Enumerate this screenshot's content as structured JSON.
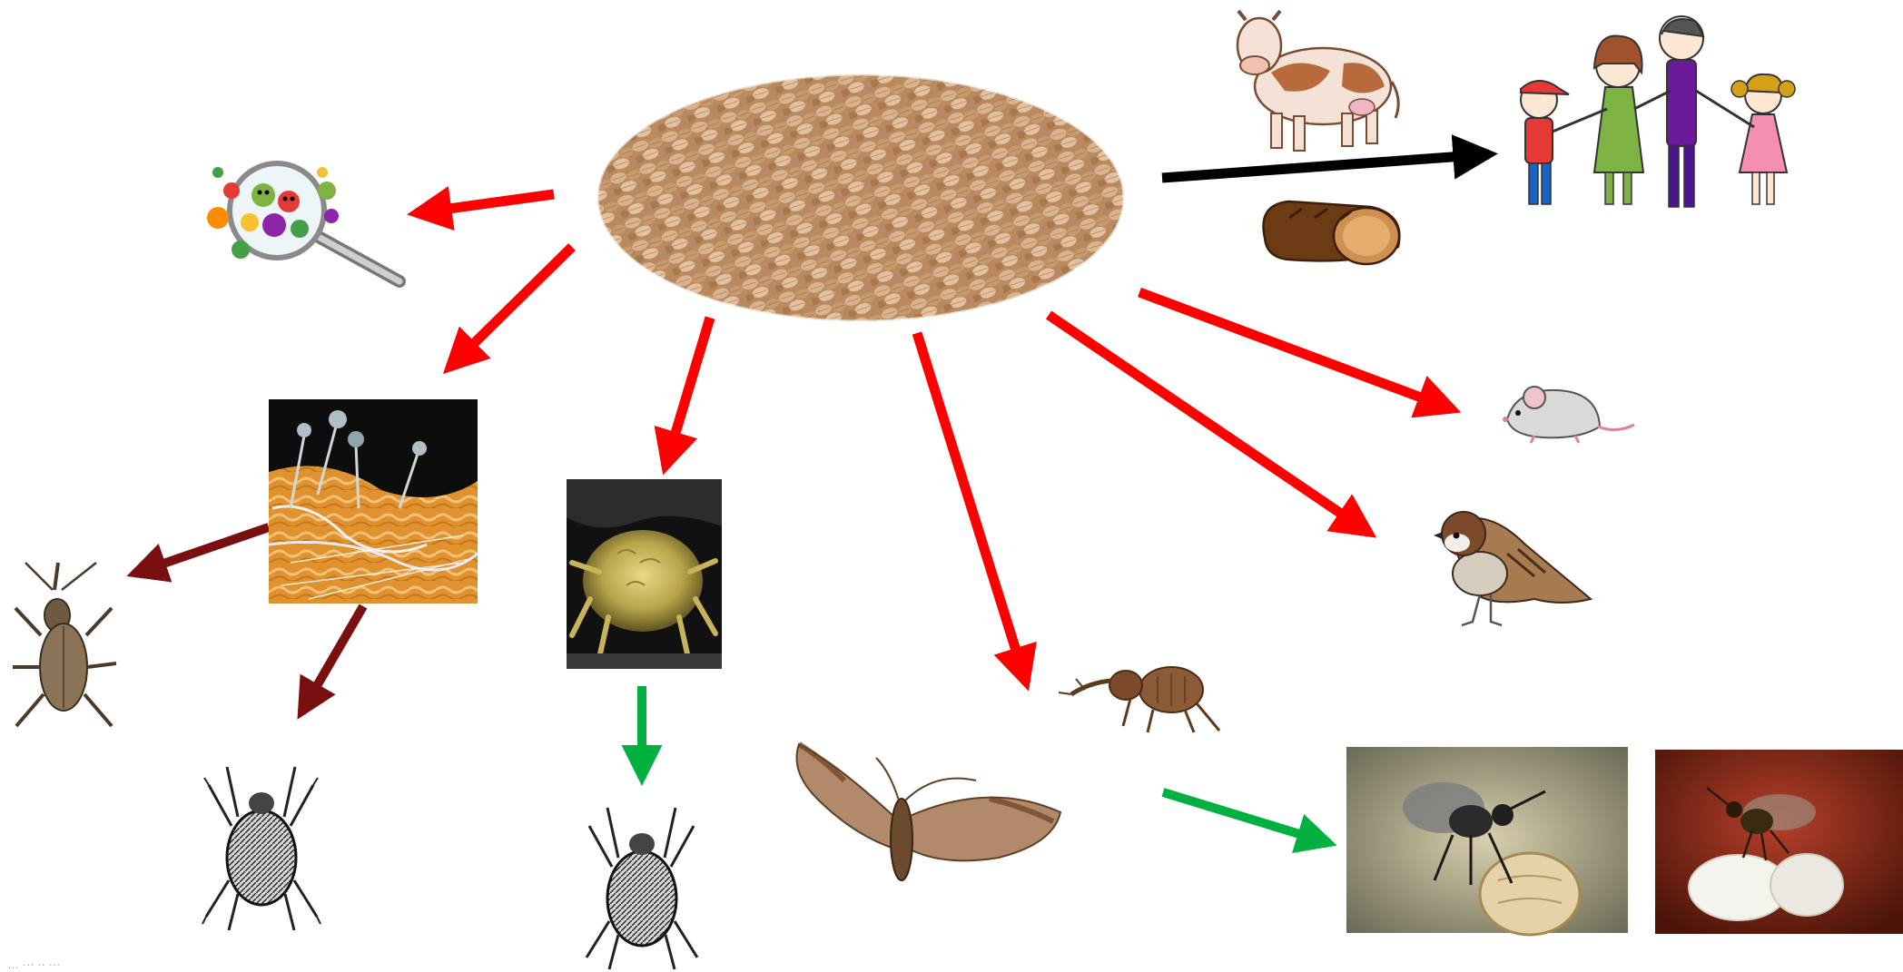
{
  "diagram": {
    "type": "stored-grain food web",
    "caption": "… ··· ·· ···",
    "center": {
      "name": "wheat-grain-pile",
      "color": "#c9a27a"
    },
    "nodes": [
      {
        "id": "cow",
        "icon": "cow-icon"
      },
      {
        "id": "bread",
        "icon": "bread-icon"
      },
      {
        "id": "family",
        "icon": "family-icon"
      },
      {
        "id": "microbes",
        "icon": "microbes-magnifier-icon"
      },
      {
        "id": "fungi",
        "icon": "fungus-micrograph"
      },
      {
        "id": "grain-mite",
        "icon": "grain-mite-micrograph"
      },
      {
        "id": "mouse",
        "icon": "mouse-icon"
      },
      {
        "id": "sparrow",
        "icon": "sparrow-icon"
      },
      {
        "id": "weevil-a",
        "icon": "weevil-icon"
      },
      {
        "id": "mite-a",
        "icon": "mite-drawing-icon"
      },
      {
        "id": "mite-b",
        "icon": "mite-drawing-icon"
      },
      {
        "id": "moth",
        "icon": "moth-icon"
      },
      {
        "id": "weevil-b",
        "icon": "grain-weevil-icon"
      },
      {
        "id": "parasitoid-a",
        "icon": "parasitoid-wasp-photo"
      },
      {
        "id": "parasitoid-b",
        "icon": "parasitoid-wasp-on-eggs-photo"
      }
    ],
    "arrow_colors": {
      "consumption": "#000000",
      "pest": "#ff0000",
      "secondary": "#7a0f0f",
      "biocontrol": "#00b140"
    },
    "links": [
      {
        "from": "grain",
        "to": "family",
        "kind": "consumption"
      },
      {
        "from": "grain",
        "to": "microbes",
        "kind": "pest"
      },
      {
        "from": "grain",
        "to": "fungi",
        "kind": "pest"
      },
      {
        "from": "grain",
        "to": "grain-mite",
        "kind": "pest"
      },
      {
        "from": "grain",
        "to": "weevil-b",
        "kind": "pest"
      },
      {
        "from": "grain",
        "to": "sparrow",
        "kind": "pest"
      },
      {
        "from": "grain",
        "to": "mouse",
        "kind": "pest"
      },
      {
        "from": "fungi",
        "to": "weevil-a",
        "kind": "secondary"
      },
      {
        "from": "fungi",
        "to": "mite-a",
        "kind": "secondary"
      },
      {
        "from": "grain-mite",
        "to": "mite-b",
        "kind": "biocontrol"
      },
      {
        "from": "weevil-b",
        "to": "parasitoid-a",
        "kind": "biocontrol"
      }
    ]
  }
}
